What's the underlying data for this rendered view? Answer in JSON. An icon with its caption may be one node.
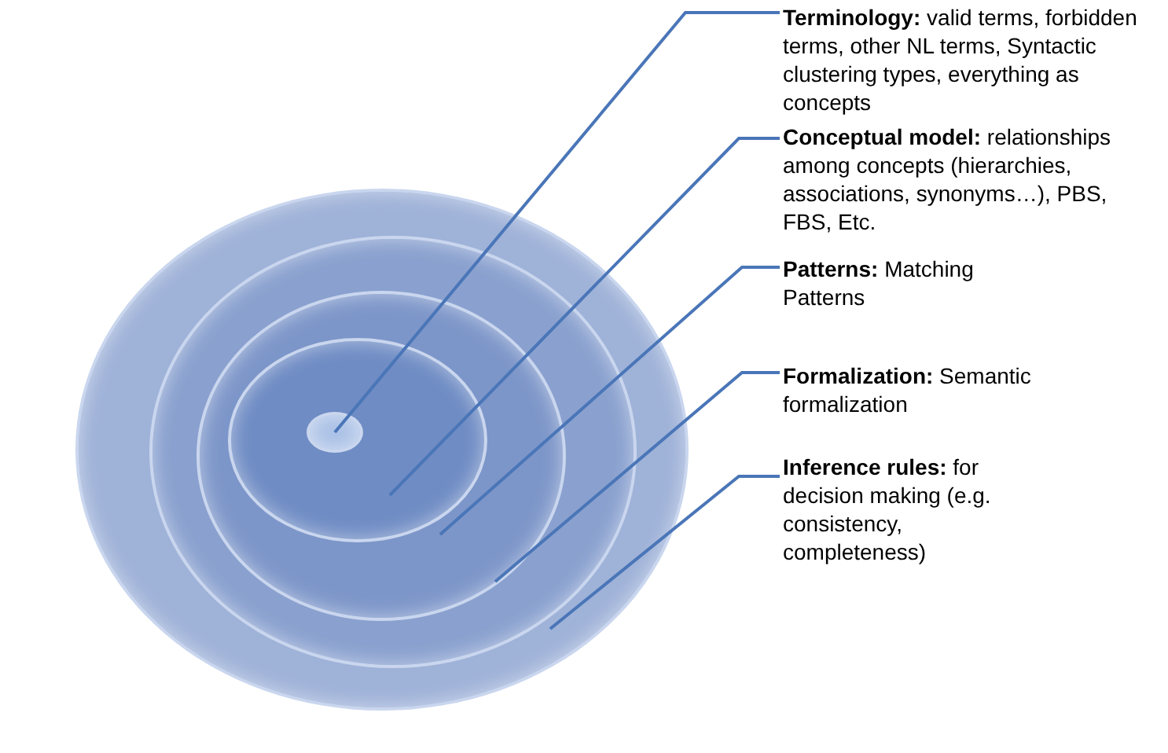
{
  "diagram": {
    "nodes": [
      {
        "text": [
          "**Terminology:** valid terms, forbidden terms, other NL terms, Syntactic clustering types, everything as concepts"
        ]
      },
      {
        "text": [
          "**Conceptual model:** relationships among concepts (hierarchies, associations, synonyms…), PBS, FBS, Etc."
        ]
      },
      {
        "text": [
          "**Patterns:** Matching Patterns"
        ]
      },
      {
        "text": [
          "**Formalization:** Semantic formalization"
        ]
      },
      {
        "text": [
          "**Inference rules:** for decision making (e.g. consistency, completeness)"
        ]
      },
      {
        "text": [],
        "shape": "ellipse"
      },
      {
        "text": [],
        "shape": "ellipse",
        "in": 5
      },
      {
        "text": [],
        "shape": "ellipse",
        "in": 6
      },
      {
        "text": [],
        "shape": "ellipse",
        "in": 7
      },
      {
        "text": [],
        "shape": "ellipse",
        "in": 8
      }
    ],
    "edges": [
      {
        "from": 0,
        "to": 9,
        "arrow": "none"
      },
      {
        "from": 1,
        "to": 8,
        "arrow": "none"
      },
      {
        "from": 2,
        "to": 7,
        "arrow": "none"
      },
      {
        "from": 3,
        "to": 6,
        "arrow": "none"
      },
      {
        "from": 4,
        "to": 5,
        "arrow": "none"
      }
    ]
  }
}
